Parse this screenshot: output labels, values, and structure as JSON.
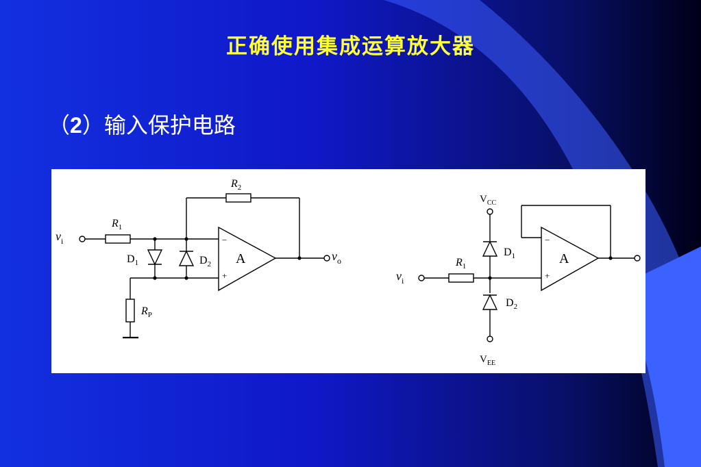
{
  "slide": {
    "title": "正确使用集成运算放大器",
    "subtitle_open": "（",
    "subtitle_number": "2",
    "subtitle_close": "）输入保护电路"
  },
  "circuit1": {
    "r2": {
      "base": "R",
      "sub": "2"
    },
    "r1": {
      "base": "R",
      "sub": "1"
    },
    "rp": {
      "base": "R",
      "sub": "P"
    },
    "d1": {
      "base": "D",
      "sub": "1"
    },
    "d2": {
      "base": "D",
      "sub": "2"
    },
    "vi": {
      "base": "v",
      "sub": "i"
    },
    "vo": {
      "base": "v",
      "sub": "o"
    },
    "amp": "A",
    "minus": "−",
    "plus": "+"
  },
  "circuit2": {
    "vcc": {
      "base": "V",
      "sub": "CC"
    },
    "vee": {
      "base": "V",
      "sub": "EE"
    },
    "r1": {
      "base": "R",
      "sub": "1"
    },
    "d1": {
      "base": "D",
      "sub": "1"
    },
    "d2": {
      "base": "D",
      "sub": "2"
    },
    "vi": {
      "base": "v",
      "sub": "i"
    },
    "amp": "A",
    "minus": "−",
    "plus": "+"
  },
  "colors": {
    "title": "#ffff33",
    "subtitle": "#ffffff",
    "panel": "#ffffff"
  }
}
